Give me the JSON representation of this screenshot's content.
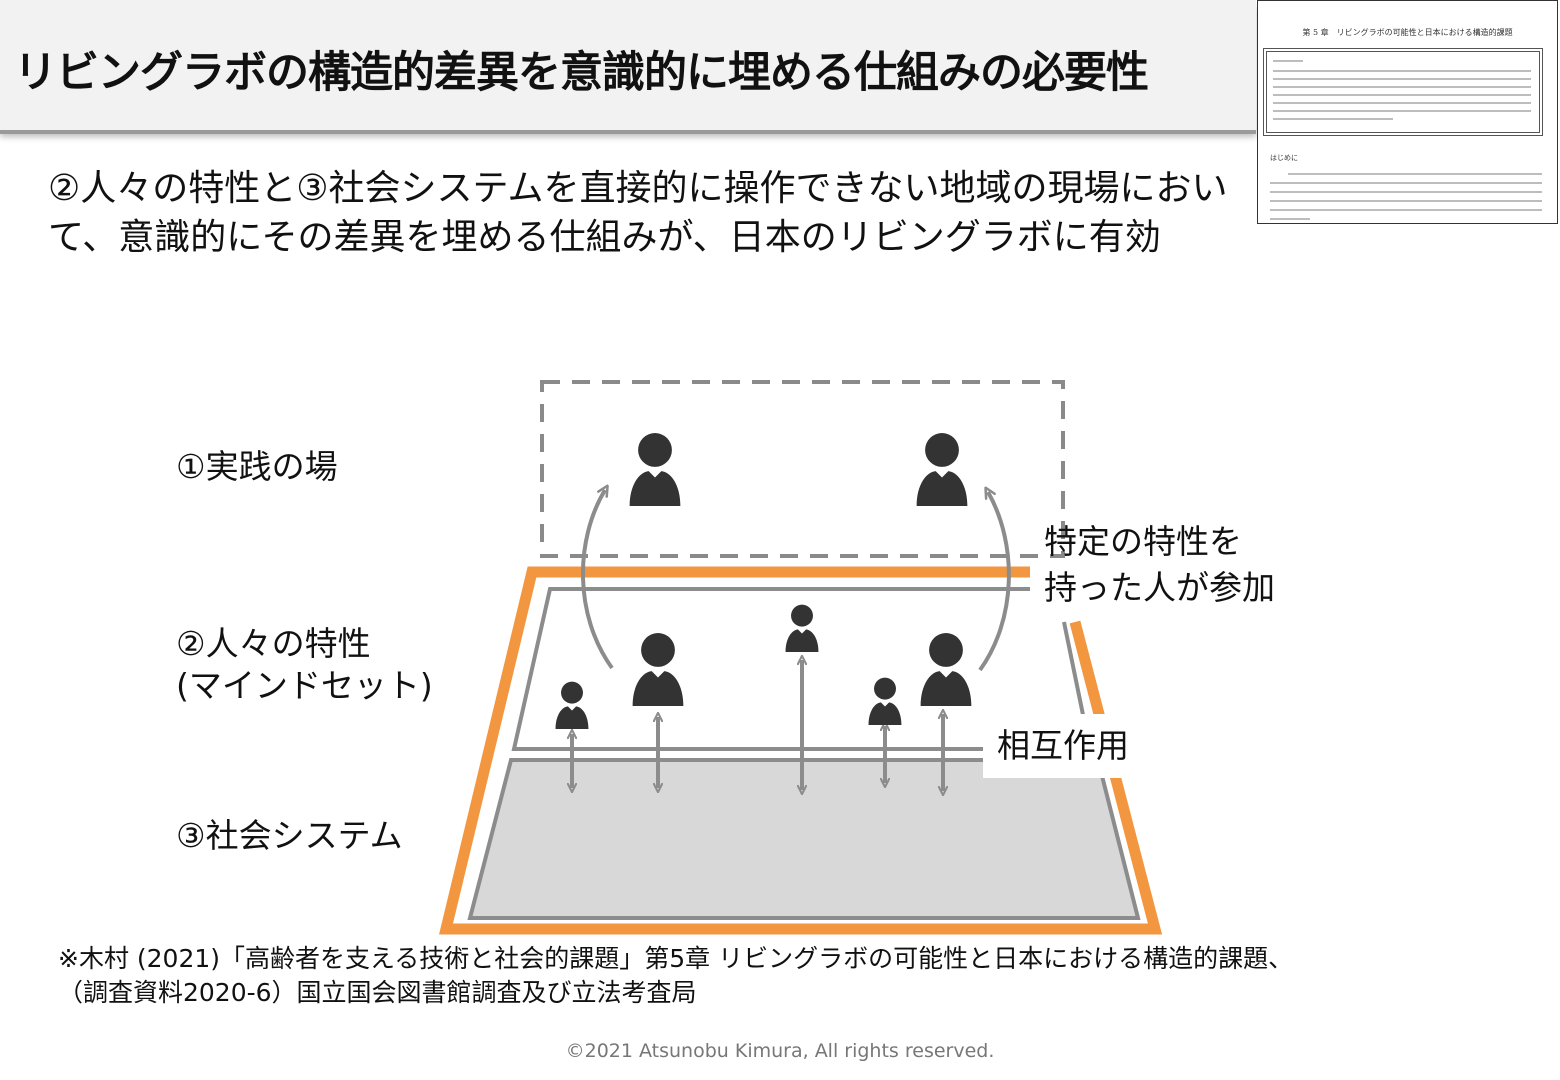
{
  "header": {
    "title": "リビングラボの構造的差異を意識的に埋める仕組みの必要性"
  },
  "thumbnail": {
    "chapter_title": "第 5 章　リビングラボの可能性と日本における構造的課題",
    "section_heading": "はじめに"
  },
  "subtitle": {
    "line1": "②人々の特性と③社会システムを直接的に操作できない地域の現場におい",
    "line2": "て、意識的にその差異を埋める仕組みが、日本のリビングラボに有効"
  },
  "diagram": {
    "layer_practice": "①実践の場",
    "layer_people_line1": "②人々の特性",
    "layer_people_line2": "(マインドセット)",
    "layer_society": "③社会システム",
    "callout_line1": "特定の特性を",
    "callout_line2": "持った人が参加",
    "interaction": "相互作用",
    "colors": {
      "frame": "#f39640",
      "person": "#333333",
      "arrow": "#8c8c8c",
      "society_fill": "#d8d8d8"
    }
  },
  "footer": {
    "citation_line1": "※木村 (2021)「高齢者を支える技術と社会的課題」第5章 リビングラボの可能性と日本における構造的課題、",
    "citation_line2": "（調査資料2020-6）国立国会図書館調査及び立法考査局",
    "copyright": "©2021 Atsunobu Kimura, All rights reserved."
  }
}
